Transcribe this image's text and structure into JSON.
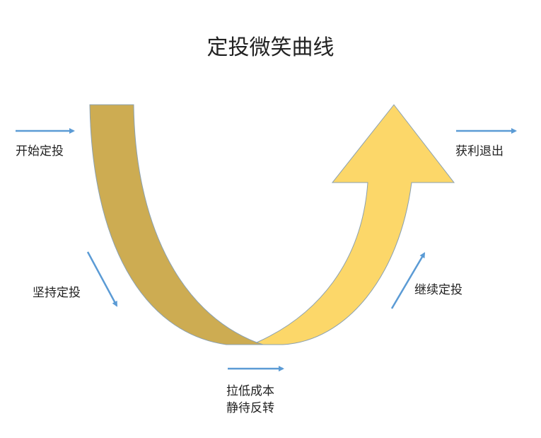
{
  "title": "定投微笑曲线",
  "labels": {
    "start": "开始定投",
    "persist": "坚持定投",
    "bottom_line1": "拉低成本",
    "bottom_line2": "静待反转",
    "continue": "继续定投",
    "exit": "获利退出"
  },
  "colors": {
    "down_band": "#cdac52",
    "up_arrow": "#fcd769",
    "outline": "#8aa0b0",
    "pointer_arrows": "#5b9bd5"
  }
}
